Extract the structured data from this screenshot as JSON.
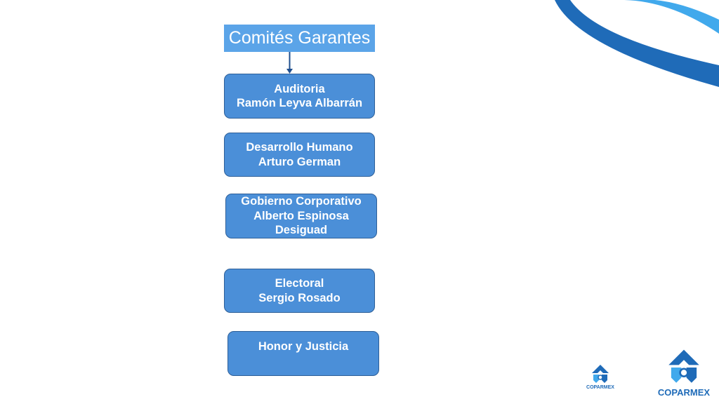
{
  "diagram": {
    "title": "Comités Garantes",
    "nodes": [
      {
        "id": "auditoria",
        "lines": [
          "Auditoria",
          "Ramón Leyva Albarrán"
        ]
      },
      {
        "id": "desarrollo-humano",
        "lines": [
          "Desarrollo Humano",
          "Arturo German"
        ]
      },
      {
        "id": "gobierno-corporativo",
        "lines": [
          "Gobierno Corporativo",
          "Alberto Espinosa",
          "Desiguad"
        ]
      },
      {
        "id": "electoral",
        "lines": [
          "Electoral",
          "Sergio Rosado"
        ]
      },
      {
        "id": "honor-justicia",
        "lines": [
          "Honor y Justicia"
        ]
      }
    ]
  },
  "branding": {
    "logo_text": "COPARMEX",
    "colors": {
      "primary": "#1f6bb8",
      "accent": "#5ba4e8",
      "node_fill": "#4b8fd8",
      "node_border": "#2e5f98",
      "arrow": "#1f4f8f"
    }
  }
}
